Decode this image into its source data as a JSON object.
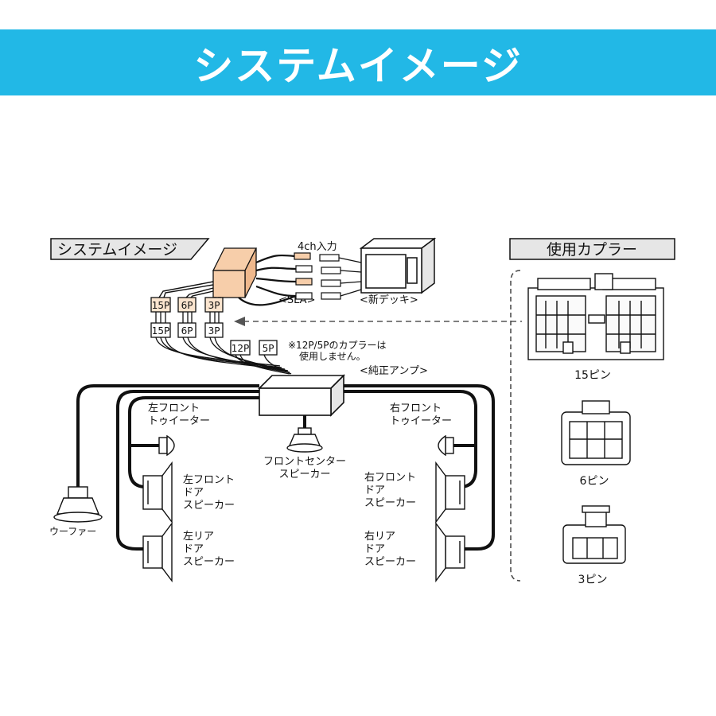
{
  "banner": {
    "title": "システムイメージ",
    "color": "#22b8e6"
  },
  "diagram": {
    "system_tab": "システムイメージ",
    "coupler_tab": "使用カプラー",
    "input_label": "4ch入力",
    "sla_label": "<SLA>",
    "deck_label": "<新デッキ>",
    "amp_label": "<純正アンプ>",
    "note_line1": "※12P/5Pのカプラーは",
    "note_line2": "使用しません。",
    "connectors_top": [
      "15P",
      "6P",
      "3P"
    ],
    "connectors_mid": [
      "15P",
      "6P",
      "3P"
    ],
    "connectors_unused": [
      "12P",
      "5P"
    ],
    "speakers": {
      "left_tweeter": [
        "左フロント",
        "トゥイーター"
      ],
      "right_tweeter": [
        "右フロント",
        "トゥイーター"
      ],
      "center": [
        "フロントセンター",
        "スピーカー"
      ],
      "left_front_door": [
        "左フロント",
        "ドア",
        "スピーカー"
      ],
      "right_front_door": [
        "右フロント",
        "ドア",
        "スピーカー"
      ],
      "left_rear_door": [
        "左リア",
        "ドア",
        "スピーカー"
      ],
      "right_rear_door": [
        "右リア",
        "ドア",
        "スピーカー"
      ],
      "woofer": [
        "ウーファー"
      ]
    },
    "coupler_labels": [
      "15ピン",
      "6ピン",
      "3ピン"
    ],
    "connector_fill": "#fbe5cf",
    "sla_fill": "#f7ceaa"
  }
}
